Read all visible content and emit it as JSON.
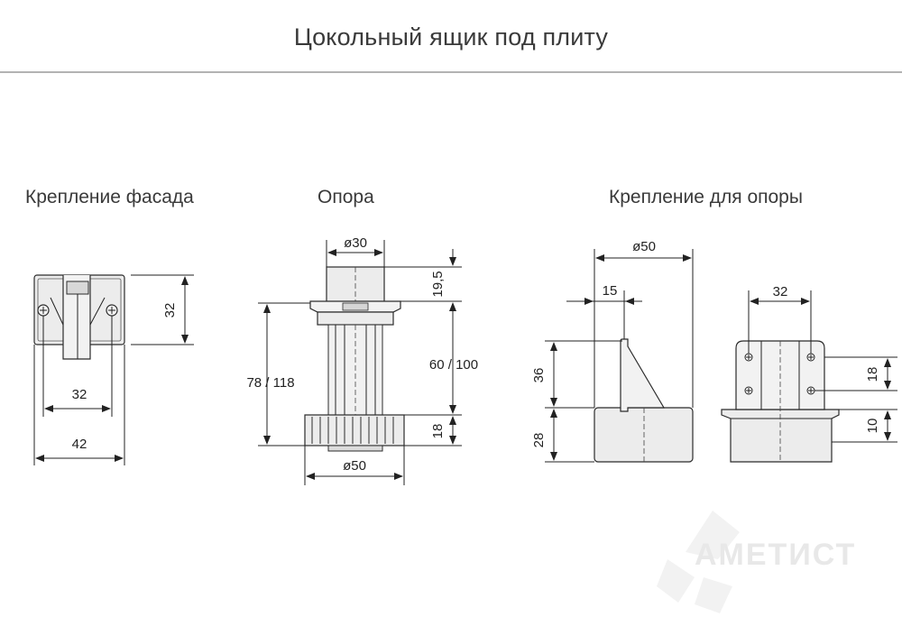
{
  "title": "Цокольный ящик под плиту",
  "sections": {
    "facade": "Крепление фасада",
    "support": "Опора",
    "support_mount": "Крепление для опоры"
  },
  "dims": {
    "facade_height": "32",
    "facade_inner_width": "32",
    "facade_width": "42",
    "support_top_d": "ø30",
    "support_top_h": "19,5",
    "support_mid_h": "60 / 100",
    "support_total_h": "78 / 118",
    "support_base_h": "18",
    "support_base_d": "ø50",
    "mount_d": "ø50",
    "mount_offset": "15",
    "mount_upper_h": "36",
    "mount_lower_h": "28",
    "mount_holes_w": "32",
    "mount_holes_h": "18",
    "mount_rim_h": "10"
  },
  "watermark": "АМЕТИСТ"
}
